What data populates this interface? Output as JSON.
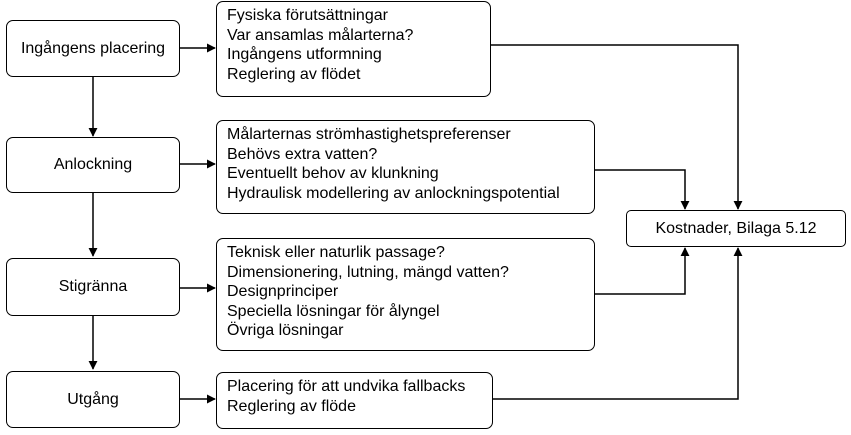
{
  "stages": [
    {
      "id": "ingang",
      "label": "Ingångens placering"
    },
    {
      "id": "anlockning",
      "label": "Anlockning"
    },
    {
      "id": "stigranna",
      "label": "Stigränna"
    },
    {
      "id": "utgang",
      "label": "Utgång"
    }
  ],
  "details": [
    {
      "id": "ingang",
      "lines": [
        "Fysiska förutsättningar",
        "Var ansamlas målarterna?",
        "Ingångens utformning",
        "Reglering av flödet"
      ]
    },
    {
      "id": "anlockning",
      "lines": [
        "Målarternas strömhastighetspreferenser",
        "Behövs extra vatten?",
        "Eventuellt behov av klunkning",
        "Hydraulisk modellering av anlockningspotential"
      ]
    },
    {
      "id": "stigranna",
      "lines": [
        "Teknisk eller naturlik passage?",
        "Dimensionering, lutning, mängd vatten?",
        "Designprinciper",
        "Speciella lösningar för ålyngel",
        "Övriga lösningar"
      ]
    },
    {
      "id": "utgang",
      "lines": [
        "Placering för att undvika fallbacks",
        "Reglering av flöde"
      ]
    }
  ],
  "result": {
    "label": "Kostnader, Bilaga 5.12"
  }
}
